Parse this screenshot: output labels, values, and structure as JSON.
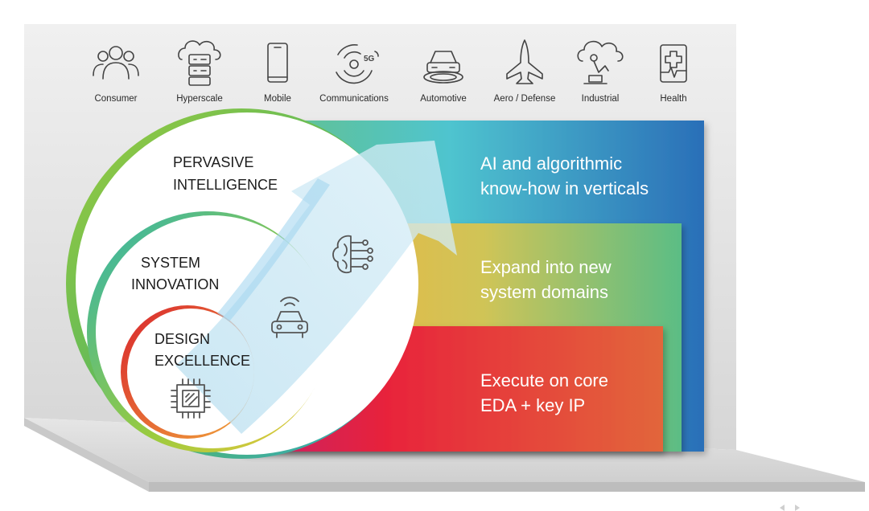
{
  "industries": [
    {
      "label": "Consumer",
      "icon": "people-icon"
    },
    {
      "label": "Hyperscale",
      "icon": "cloud-server-icon"
    },
    {
      "label": "Mobile",
      "icon": "smartphone-icon"
    },
    {
      "label": "Communications",
      "icon": "5g-signal-icon"
    },
    {
      "label": "Automotive",
      "icon": "car-icon"
    },
    {
      "label": "Aero / Defense",
      "icon": "jet-icon"
    },
    {
      "label": "Industrial",
      "icon": "robot-arm-cloud-icon"
    },
    {
      "label": "Health",
      "icon": "medical-tablet-icon"
    }
  ],
  "rings": {
    "outer": {
      "line1": "PERVASIVE",
      "line2": "INTELLIGENCE",
      "icon": "brain-circuit-icon"
    },
    "middle": {
      "line1": "SYSTEM",
      "line2": "INNOVATION",
      "icon": "connected-car-icon"
    },
    "inner": {
      "line1": "DESIGN",
      "line2": "EXCELLENCE",
      "icon": "chip-icon"
    }
  },
  "bands": {
    "top": {
      "line1": "AI and algorithmic",
      "line2": "know-how in verticals"
    },
    "middle": {
      "line1": "Expand into new",
      "line2": "system domains"
    },
    "bottom": {
      "line1": "Execute on core",
      "line2": "EDA + key IP"
    }
  },
  "colors": {
    "band_top": [
      "#5fc28a",
      "#5ac8d0",
      "#2a6fb8"
    ],
    "band_middle": [
      "#f3b53a",
      "#c9c85a",
      "#5fbf86"
    ],
    "band_bottom": [
      "#e8243c",
      "#e34b35",
      "#e0643a"
    ],
    "ring_outer": "#8cc63f",
    "ring_middle": "#2fb3b0",
    "ring_inner": "#d9262e"
  }
}
